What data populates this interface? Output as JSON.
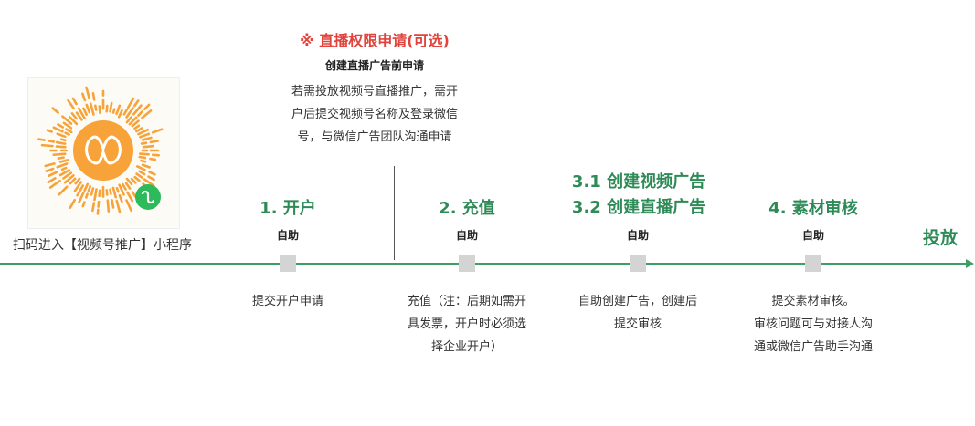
{
  "qr": {
    "caption": "扫码进入【视频号推广】小程序",
    "colors": {
      "primary": "#f7a33a",
      "badge": "#2dba5a"
    }
  },
  "optional": {
    "title": "※ 直播权限申请(可选)",
    "subtitle": "创建直播广告前申请",
    "desc_lines": [
      "若需投放视频号直播推广，需开",
      "户后提交视频号名称及登录微信",
      "号，与微信广告团队沟通申请"
    ]
  },
  "steps": [
    {
      "title_lines": [
        "1. 开户"
      ],
      "mode": "自助",
      "desc_lines": [
        "提交开户申请"
      ]
    },
    {
      "title_lines": [
        "2. 充值"
      ],
      "mode": "自助",
      "desc_lines": [
        "充值（注：后期如需开",
        "具发票，开户时必须选",
        "择企业开户）"
      ]
    },
    {
      "title_lines": [
        "3.1 创建视频广告",
        "3.2 创建直播广告"
      ],
      "mode": "自助",
      "desc_lines": [
        "自助创建广告，创建后",
        "提交审核"
      ]
    },
    {
      "title_lines": [
        "4. 素材审核"
      ],
      "mode": "自助",
      "desc_lines": [
        "提交素材审核。",
        "审核问题可与对接人沟",
        "通或微信广告助手沟通"
      ]
    }
  ],
  "final": {
    "label": "投放"
  },
  "colors": {
    "accent_green": "#2e8b57",
    "line_green": "#3e9e66",
    "highlight_red": "#e2443d",
    "node_gray": "#d4d4d4"
  }
}
